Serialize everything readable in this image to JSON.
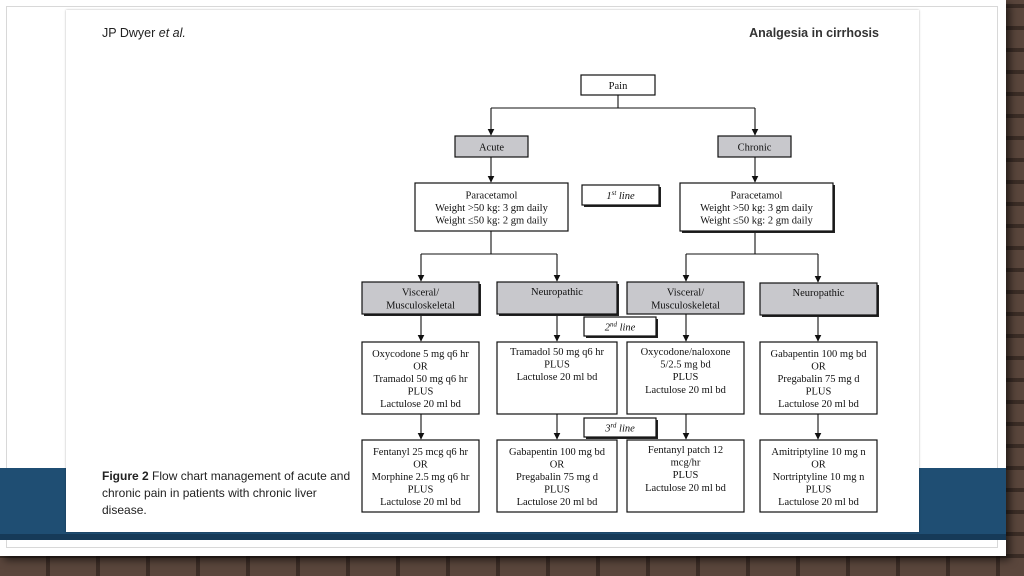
{
  "header": {
    "author": "JP Dwyer",
    "etal": "et al.",
    "title": "Analgesia in cirrhosis"
  },
  "caption": {
    "figure_label": "Figure 2",
    "text": "Flow chart management of acute and chronic pain in patients with chronic liver disease."
  },
  "flowchart": {
    "root": "Pain",
    "branches": {
      "acute": "Acute",
      "chronic": "Chronic"
    },
    "first_line": {
      "label": "1st line",
      "acute": [
        "Paracetamol",
        "Weight >50 kg: 3 gm daily",
        "Weight ≤50 kg: 2 gm daily"
      ],
      "chronic": [
        "Paracetamol",
        "Weight >50 kg: 3 gm daily",
        "Weight ≤50 kg: 2 gm daily"
      ]
    },
    "categories": {
      "acute_visceral": [
        "Visceral/",
        "Musculoskeletal"
      ],
      "acute_neuropathic": [
        "Neuropathic"
      ],
      "chronic_visceral": [
        "Visceral/",
        "Musculoskeletal"
      ],
      "chronic_neuropathic": [
        "Neuropathic"
      ]
    },
    "second_line": {
      "label": "2nd line",
      "acute_visceral": [
        "Oxycodone 5 mg q6 hr",
        "OR",
        "Tramadol 50 mg q6 hr",
        "PLUS",
        "Lactulose 20 ml bd"
      ],
      "acute_neuropathic": [
        "Tramadol 50 mg q6 hr",
        "PLUS",
        "Lactulose 20 ml bd"
      ],
      "chronic_visceral": [
        "Oxycodone/naloxone",
        "5/2.5 mg bd",
        "PLUS",
        "Lactulose 20 ml bd"
      ],
      "chronic_neuropathic": [
        "Gabapentin 100 mg bd",
        "OR",
        "Pregabalin 75 mg d",
        "PLUS",
        "Lactulose 20 ml bd"
      ]
    },
    "third_line": {
      "label": "3rd line",
      "acute_visceral": [
        "Fentanyl 25 mcg q6 hr",
        "OR",
        "Morphine 2.5 mg q6 hr",
        "PLUS",
        "Lactulose 20 ml bd"
      ],
      "acute_neuropathic": [
        "Gabapentin 100 mg bd",
        "OR",
        "Pregabalin 75 mg d",
        "PLUS",
        "Lactulose 20 ml bd"
      ],
      "chronic_visceral": [
        "Fentanyl patch 12",
        "mcg/hr",
        "PLUS",
        "Lactulose 20 ml bd"
      ],
      "chronic_neuropathic": [
        "Amitriptyline 10 mg n",
        "OR",
        "Nortriptyline 10 mg n",
        "PLUS",
        "Lactulose 20 ml bd"
      ]
    }
  },
  "colors": {
    "band": "#1f4e73",
    "grey_box": "#c8c8cc",
    "white_box": "#ffffff"
  }
}
